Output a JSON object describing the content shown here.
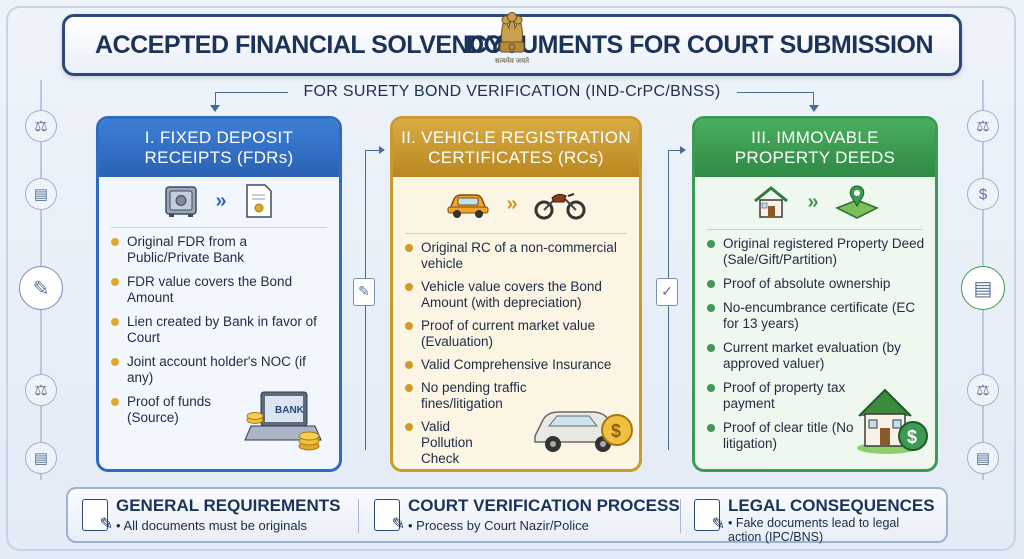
{
  "header": {
    "title_left": "ACCEPTED FINANCIAL SOLVENCY",
    "title_right": "DOCUMENTS FOR COURT SUBMISSION",
    "emblem_caption": "सत्यमेव जयते",
    "subtitle": "FOR SURETY BOND VERIFICATION (IND-CrPC/BNSS)"
  },
  "cards": [
    {
      "title": "I. FIXED DEPOSIT RECEIPTS (FDRs)",
      "icons": [
        "safe-icon",
        "certificate-icon",
        "bank-laptop-icon"
      ],
      "corner_label": "BANK",
      "items": [
        "Original FDR from a Public/Private Bank",
        "FDR value covers the Bond Amount",
        "Lien created by Bank in favor of Court",
        "Joint account holder's NOC (if any)",
        "Proof of funds (Source)"
      ]
    },
    {
      "title": "II. VEHICLE REGISTRATION CERTIFICATES (RCs)",
      "icons": [
        "car-icon",
        "motorcycle-icon",
        "car-coin-icon"
      ],
      "items": [
        "Original RC of a non-commercial vehicle",
        "Vehicle value covers the Bond Amount (with depreciation)",
        "Proof of current market value (Evaluation)",
        "Valid Comprehensive Insurance",
        "No pending traffic fines/litigation",
        "Valid Pollution Check"
      ]
    },
    {
      "title": "III. IMMOVABLE PROPERTY DEEDS",
      "icons": [
        "house-icon",
        "land-plot-icon",
        "house-coin-icon"
      ],
      "items": [
        "Original registered Property Deed (Sale/Gift/Partition)",
        "Proof of absolute ownership",
        "No-encumbrance certificate (EC for 13 years)",
        "Current market evaluation (by approved valuer)",
        "Proof of property tax payment",
        "Proof of clear title (No litigation)"
      ]
    }
  ],
  "bottom": [
    {
      "heading": "GENERAL REQUIREMENTS",
      "text": "• All documents must be originals"
    },
    {
      "heading": "COURT VERIFICATION PROCESS",
      "text": "• Process by Court Nazir/Police"
    },
    {
      "heading": "LEGAL CONSEQUENCES",
      "text": "• Fake documents lead to legal action (IPC/BNS)"
    }
  ],
  "colors": {
    "navy": "#1c3358",
    "card1": "#2f6cc0",
    "card2": "#c99b2c",
    "card3": "#3c9a52",
    "bullet_gold": "#e0a92c"
  }
}
